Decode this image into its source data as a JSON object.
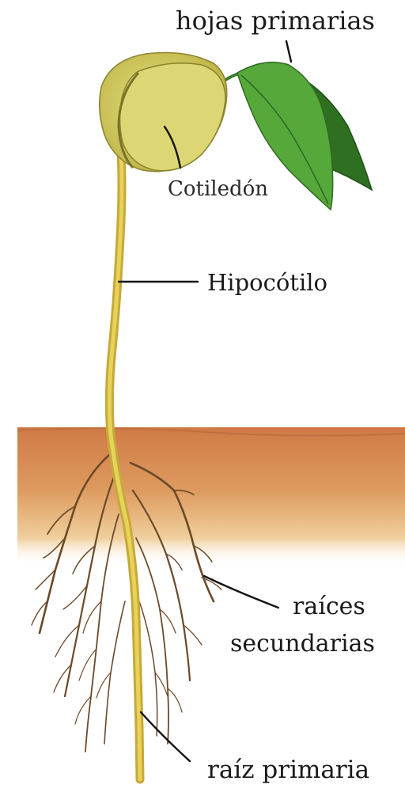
{
  "labels": {
    "primary_leaves": "hojas primarias",
    "cotyledon": "Cotiledón",
    "hypocotyl": "Hipocótilo",
    "secondary_roots_line1": "raíces",
    "secondary_roots_line2": "secundarias",
    "primary_root": "raíz primaria"
  },
  "colors": {
    "soil": "#d9955a",
    "stem": "#d8c444",
    "cotyledon": "#d8d36a",
    "leaf": "#4f9a34",
    "roots": "#6b4a2a"
  }
}
